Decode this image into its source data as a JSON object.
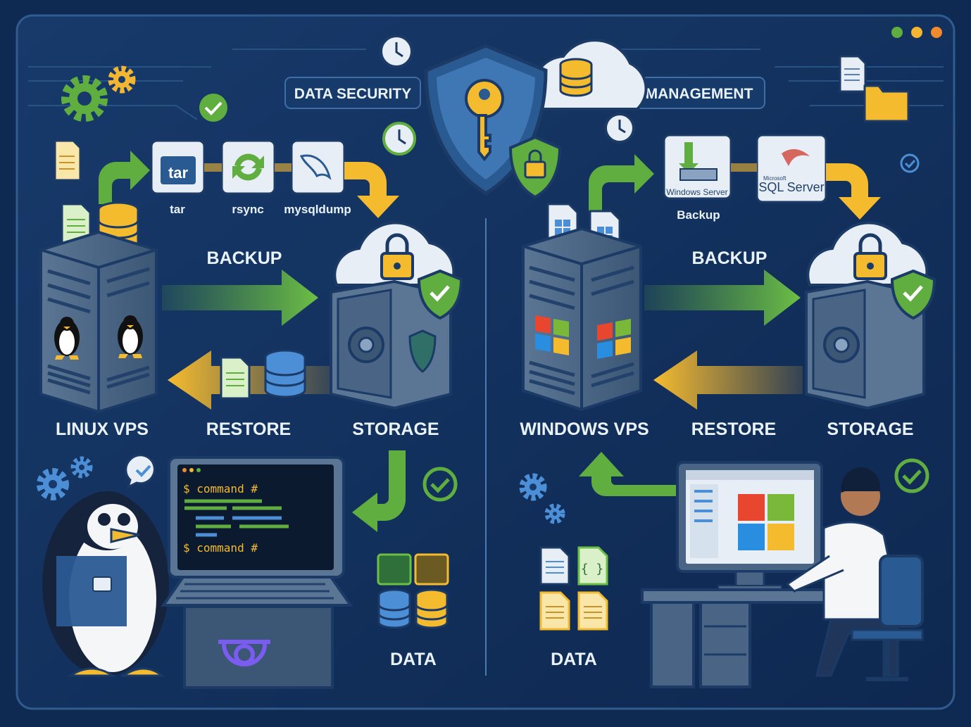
{
  "top": {
    "data_security": "DATA SECURITY",
    "management": "MANAGEMENT"
  },
  "linux": {
    "tools": [
      {
        "icon_text": "tar",
        "label": "tar"
      },
      {
        "icon_text": "",
        "label": "rsync"
      },
      {
        "icon_text": "",
        "label": "mysqldump"
      }
    ],
    "backup": "BACKUP",
    "restore": "RESTORE",
    "vps": "LINUX VPS",
    "storage": "STORAGE",
    "data": "DATA",
    "terminal": {
      "line1": "$ command #",
      "line2": "$ command #"
    }
  },
  "windows": {
    "tools": [
      {
        "icon_text": "Windows Server",
        "label": "Backup"
      },
      {
        "icon_text_small": "Microsoft",
        "icon_text": "SQL Server",
        "label": ""
      }
    ],
    "backup": "BACKUP",
    "restore": "RESTORE",
    "vps": "WINDOWS VPS",
    "storage": "STORAGE",
    "data": "DATA"
  },
  "colors": {
    "background": "#0f2a52",
    "green": "#5fae3f",
    "yellow": "#f2b632",
    "label": "#eaf2fb"
  },
  "icons": [
    "gear-icon",
    "check-icon",
    "clock-icon",
    "shield-icon",
    "key-icon",
    "lock-icon",
    "cloud-icon",
    "database-icon",
    "document-icon",
    "folder-icon",
    "penguin-icon",
    "windows-logo-icon",
    "safe-icon"
  ]
}
